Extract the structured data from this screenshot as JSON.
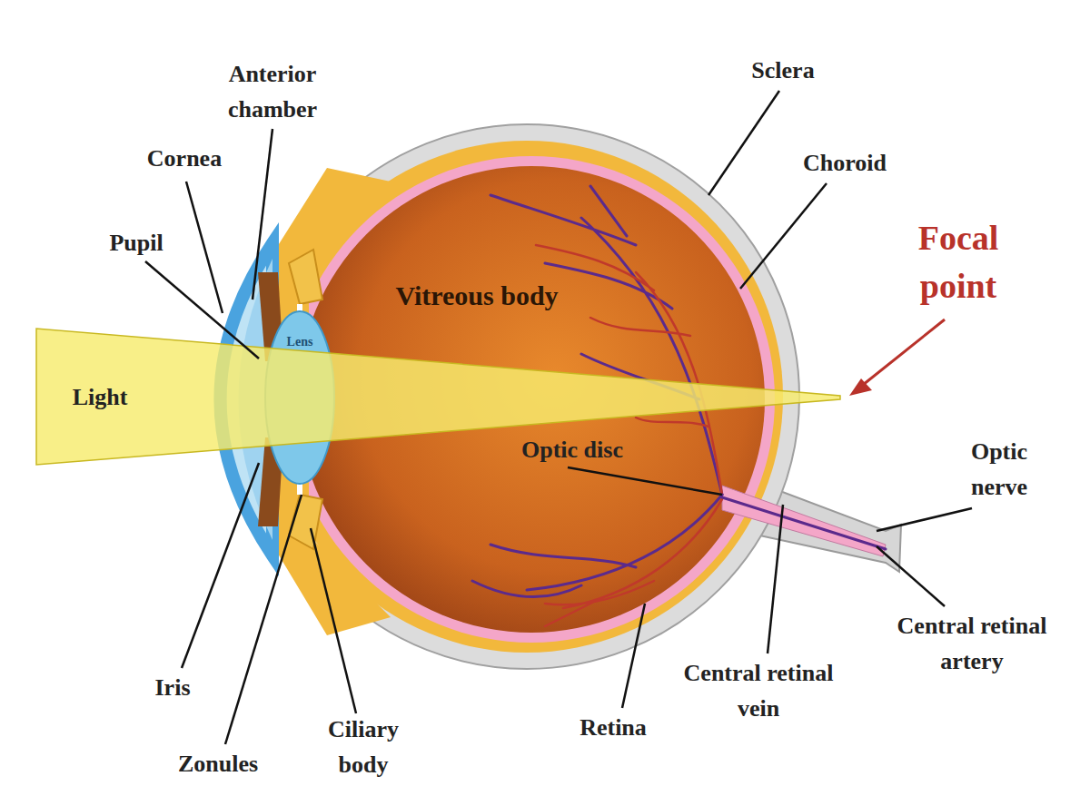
{
  "diagram": {
    "labels": [
      "Anterior chamber",
      "Sclera",
      "Cornea",
      "Choroid",
      "Pupil",
      "Focal point",
      "Lens",
      "Vitreous body",
      "Light",
      "Optic disc",
      "Optic nerve",
      "Central retinal artery",
      "Iris",
      "Central retinal vein",
      "Retina",
      "Zonules",
      "Ciliary body"
    ]
  }
}
